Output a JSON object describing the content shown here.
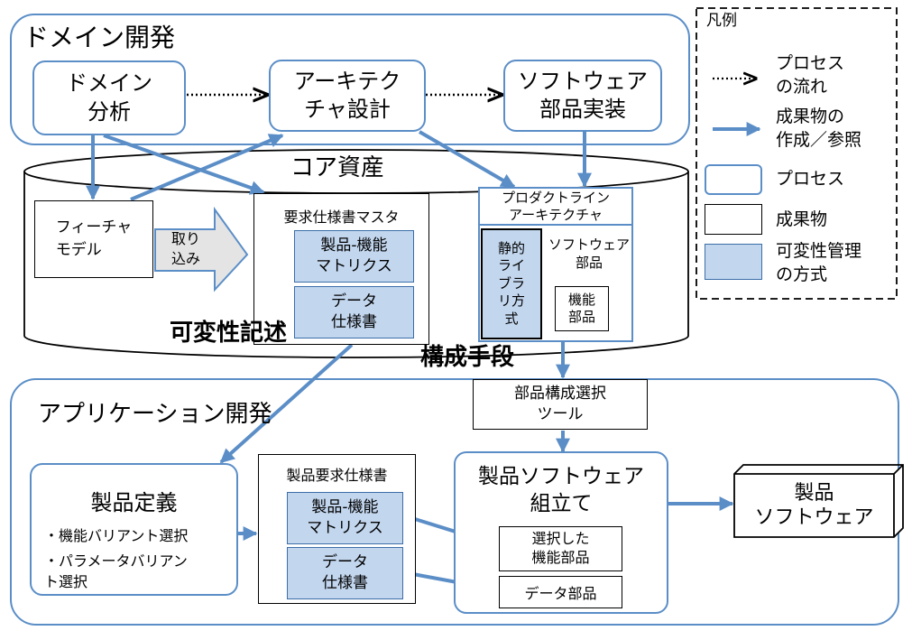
{
  "legend": {
    "title": "凡例",
    "process_flow": "プロセス\nの流れ",
    "artifact_ref": "成果物の\n作成／参照",
    "process": "プロセス",
    "artifact": "成果物",
    "variability": "可変性管理\nの方式"
  },
  "domain": {
    "title": "ドメイン開発",
    "analysis": "ドメイン\n分析",
    "architecture": "アーキテク\nチャ設計",
    "implementation": "ソフトウェア\n部品実装"
  },
  "core": {
    "title": "コア資産",
    "feature_model": "フィーチャ\nモデル",
    "import": "取り\n込み",
    "req_master": "要求仕様書マスタ",
    "matrix": "製品-機能\nマトリクス",
    "data_spec": "データ\n仕様書",
    "pla": "プロダクトライン\nアーキテクチャ",
    "static_lib": "静的\nライ\nブラ\nリ方\n式",
    "sw_parts": "ソフトウェア\n部品",
    "func_part": "機能\n部品",
    "variability_desc": "可変性記述",
    "composition": "構成手段"
  },
  "tool": "部品構成選択\nツール",
  "app": {
    "title": "アプリケーション開発",
    "product_def": "製品定義",
    "bullet1": "・機能バリアント選択",
    "bullet2": "・パラメータバリアン\nト選択",
    "product_req": "製品要求仕様書",
    "matrix": "製品-機能\nマトリクス",
    "data_spec": "データ\n仕様書",
    "assembly": "製品ソフトウェア\n組立て",
    "selected_parts": "選択した\n機能部品",
    "data_parts": "データ部品",
    "product_sw": "製品\nソフトウェア"
  },
  "colors": {
    "process_border": "#5b8ec7",
    "variability_fill": "#c2d6ee",
    "arrow": "#5b8ec7"
  }
}
